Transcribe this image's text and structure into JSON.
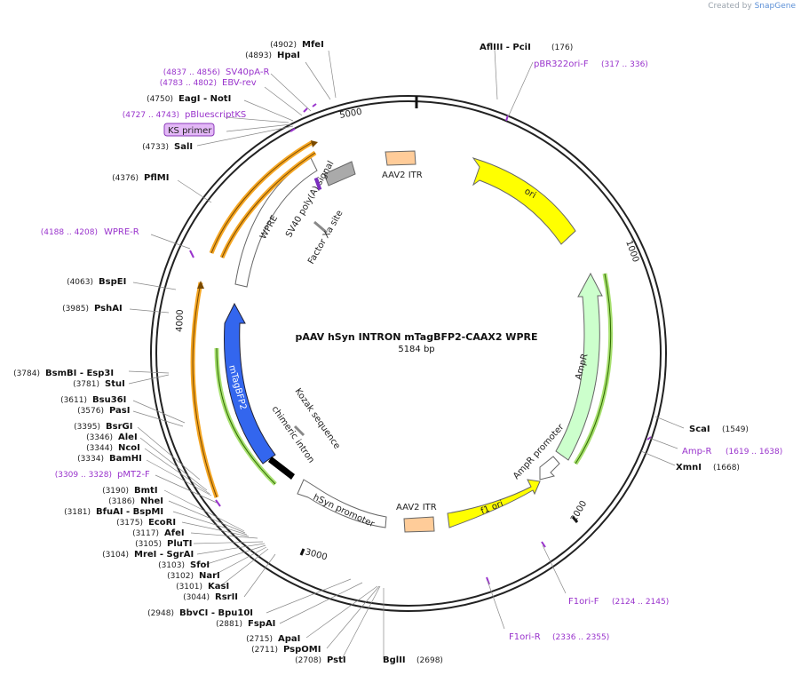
{
  "credit": {
    "prefix": "Created by",
    "brand": "SnapGene"
  },
  "plasmid": {
    "name": "pAAV hSyn INTRON mTagBFP2-CAAX2 WPRE",
    "length_label": "5184 bp"
  },
  "ticks": [
    "1000",
    "2000",
    "3000",
    "4000",
    "5000"
  ],
  "features": {
    "ori": "ori",
    "aav2_itr_top": "AAV2 ITR",
    "sv40_polya": "SV40 poly(A) signal",
    "factor_xa": "Factor Xa site",
    "wpre": "WPRE",
    "ampr": "AmpR",
    "ampr_promoter": "AmpR promoter",
    "f1_ori": "f1 ori",
    "aav2_itr_bottom": "AAV2 ITR",
    "hsyn_promoter": "hSyn promoter",
    "chimeric_intron": "chimeric intron",
    "kozak": "Kozak sequence",
    "mtagbfp2": "mTagBFP2"
  },
  "sites": {
    "mfei": {
      "name": "MfeI",
      "pos": "(4902)"
    },
    "hpai": {
      "name": "HpaI",
      "pos": "(4893)"
    },
    "eagi_noti": {
      "name": "EagI  - NotI",
      "pos": "(4750)"
    },
    "sali": {
      "name": "SalI",
      "pos": "(4733)"
    },
    "pflmi": {
      "name": "PflMI",
      "pos": "(4376)"
    },
    "bspei": {
      "name": "BspEI",
      "pos": "(4063)"
    },
    "pshai": {
      "name": "PshAI",
      "pos": "(3985)"
    },
    "bsmbi": {
      "name": "BsmBI  - Esp3I",
      "pos": "(3784)"
    },
    "stui": {
      "name": "StuI",
      "pos": "(3781)"
    },
    "bsu36i": {
      "name": "Bsu36I",
      "pos": "(3611)"
    },
    "pasi": {
      "name": "PasI",
      "pos": "(3576)"
    },
    "bsrgi": {
      "name": "BsrGI",
      "pos": "(3395)"
    },
    "alei": {
      "name": "AleI",
      "pos": "(3346)"
    },
    "ncoi": {
      "name": "NcoI",
      "pos": "(3344)"
    },
    "bamhi": {
      "name": "BamHI",
      "pos": "(3334)"
    },
    "bmti": {
      "name": "BmtI",
      "pos": "(3190)"
    },
    "nhei": {
      "name": "NheI",
      "pos": "(3186)"
    },
    "bfuai": {
      "name": "BfuAI  - BspMI",
      "pos": "(3181)"
    },
    "ecori": {
      "name": "EcoRI",
      "pos": "(3175)"
    },
    "afei": {
      "name": "AfeI",
      "pos": "(3117)"
    },
    "pluti": {
      "name": "PluTI",
      "pos": "(3105)"
    },
    "mrei": {
      "name": "MreI  - SgrAI",
      "pos": "(3104)"
    },
    "sfoi": {
      "name": "SfoI",
      "pos": "(3103)"
    },
    "nari": {
      "name": "NarI",
      "pos": "(3102)"
    },
    "kasi": {
      "name": "KasI",
      "pos": "(3101)"
    },
    "rsrii": {
      "name": "RsrII",
      "pos": "(3044)"
    },
    "bbvci": {
      "name": "BbvCI  - Bpu10I",
      "pos": "(2948)"
    },
    "fspai": {
      "name": "FspAI",
      "pos": "(2881)"
    },
    "apai": {
      "name": "ApaI",
      "pos": "(2715)"
    },
    "pspomi": {
      "name": "PspOMI",
      "pos": "(2711)"
    },
    "psti": {
      "name": "PstI",
      "pos": "(2708)"
    },
    "bglii": {
      "name": "BglII",
      "pos": "(2698)"
    },
    "afliii": {
      "name": "AflIII  - PciI",
      "pos": "(176)"
    },
    "scai": {
      "name": "ScaI",
      "pos": "(1549)"
    },
    "xmni": {
      "name": "XmnI",
      "pos": "(1668)"
    }
  },
  "primers": {
    "sv40pa_r": {
      "name": "SV40pA-R",
      "pos": "(4837 .. 4856)"
    },
    "ebv_rev": {
      "name": "EBV-rev",
      "pos": "(4783 .. 4802)"
    },
    "pbluescriptks": {
      "name": "pBluescriptKS",
      "pos": "(4727 .. 4743)"
    },
    "ks_primer": {
      "name": "KS primer"
    },
    "wpre_r": {
      "name": "WPRE-R",
      "pos": "(4188 .. 4208)"
    },
    "pmt2_f": {
      "name": "pMT2-F",
      "pos": "(3309 .. 3328)"
    },
    "pbr322ori_f": {
      "name": "pBR322ori-F",
      "pos": "(317 .. 336)"
    },
    "amp_r": {
      "name": "Amp-R",
      "pos": "(1619 .. 1638)"
    },
    "f1ori_f": {
      "name": "F1ori-F",
      "pos": "(2124 .. 2145)"
    },
    "f1ori_r": {
      "name": "F1ori-R",
      "pos": "(2336 .. 2355)"
    }
  },
  "colors": {
    "ori": "#ffff00",
    "aav2_itr": "#ffcc99",
    "sv40": "#999999",
    "wpre": "#ffffff",
    "ampr": "#ccffcc",
    "f1_ori": "#ffff00",
    "hsyn": "#ffffff",
    "intron": "#000000",
    "mtagbfp2": "#3366ee",
    "primer": "#9933cc",
    "orange_arrow": "#f5a623",
    "green_arrow": "#4a9a1a"
  }
}
